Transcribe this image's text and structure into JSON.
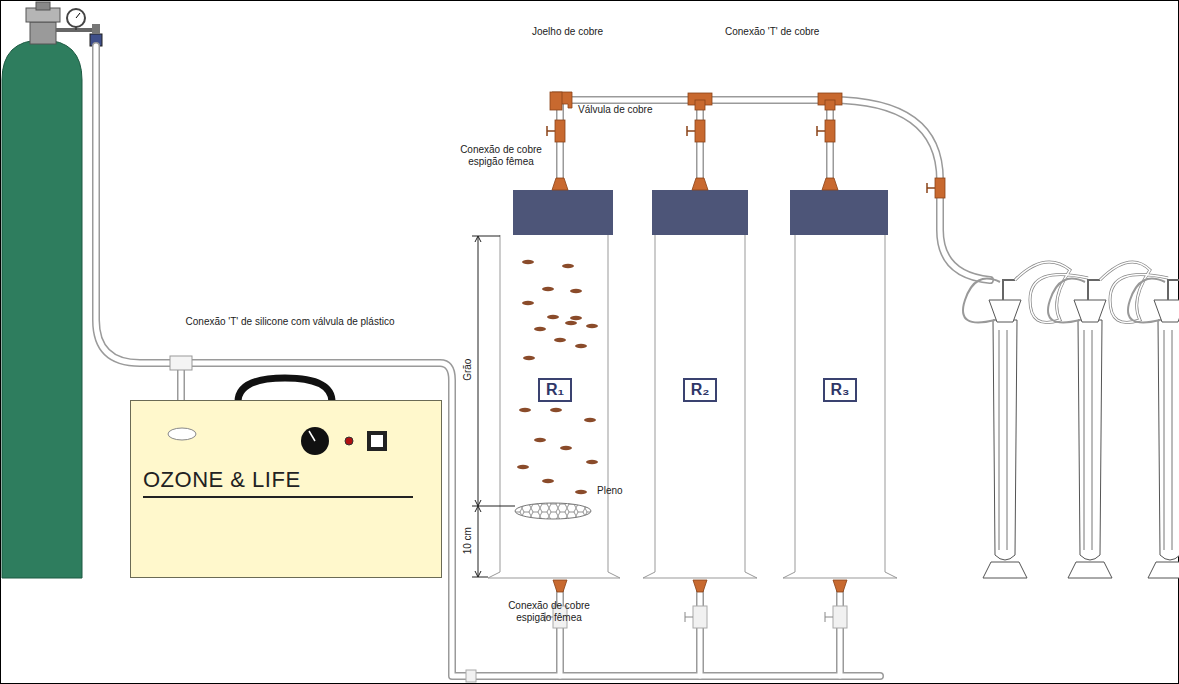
{
  "diagram": {
    "nodes": [
      {
        "text": [
          "OZONE & LIFE"
        ]
      },
      {
        "text": [
          "R₁"
        ]
      },
      {
        "text": [
          "R₂"
        ]
      },
      {
        "text": [
          "R₃"
        ]
      }
    ],
    "labels": [
      "Joelho de cobre",
      "Conexão 'T' de cobre",
      "Válvula de cobre",
      "Conexão de cobre espigão fêmea",
      "Conexão 'T' de silicone com válvula de plástico",
      "Grão",
      "Pleno",
      "10 cm",
      "Conexão de cobre espigão fêmea"
    ]
  }
}
